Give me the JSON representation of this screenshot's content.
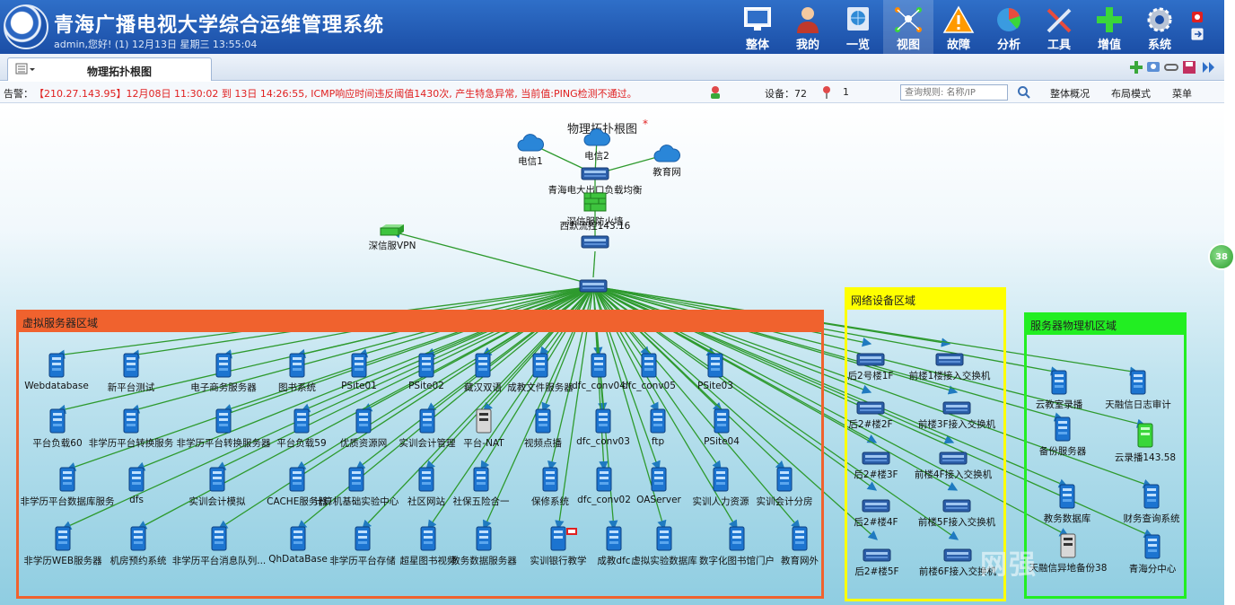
{
  "app": {
    "title": "青海广播电视大学综合运维管理系统",
    "user_line": "admin,您好! (1) 12月13日 星期三 13:55:04"
  },
  "nav": [
    {
      "label": "整体",
      "icon": "monitor-icon"
    },
    {
      "label": "我的",
      "icon": "user-icon"
    },
    {
      "label": "一览",
      "icon": "globe-screen-icon"
    },
    {
      "label": "视图",
      "icon": "topology-icon"
    },
    {
      "label": "故障",
      "icon": "warning-icon"
    },
    {
      "label": "分析",
      "icon": "pie-chart-icon"
    },
    {
      "label": "工具",
      "icon": "tools-icon"
    },
    {
      "label": "增值",
      "icon": "plus-icon"
    },
    {
      "label": "系统",
      "icon": "gear-icon"
    }
  ],
  "tab": {
    "label": "物理拓扑根图"
  },
  "alarm": {
    "label": "告警：",
    "text": "【210.27.143.95】12月08日 11:30:02 到 13日 14:26:55, ICMP响应时间违反阈值1430次, 产生特急异常, 当前值:PING检测不通过。",
    "device_count": "设备：72",
    "fault_count": "1"
  },
  "search": {
    "placeholder": "查询规则: 名称/IP"
  },
  "links": {
    "overview": "整体概况",
    "layout": "布局模式",
    "menu": "菜单"
  },
  "map": {
    "title": "物理拓扑根图",
    "star": "*",
    "side_badge": "38",
    "watermark": "网强",
    "regions": {
      "virtual": "虚拟服务器区域",
      "network": "网络设备区域",
      "server": "服务器物理机区域"
    },
    "nodes": [
      {
        "label": "电信1",
        "icon": "cloud-icon"
      },
      {
        "label": "电信2",
        "icon": "cloud-icon"
      },
      {
        "label": "教育网",
        "icon": "cloud-icon"
      },
      {
        "label": "青海电大出口负载均衡",
        "icon": "load-balancer-icon"
      },
      {
        "label": "深信服防火墙",
        "icon": "firewall-icon"
      },
      {
        "label": "深信服VPN",
        "icon": "vpn-icon"
      },
      {
        "label": "西默流控143.16",
        "icon": "flow-control-icon"
      },
      {
        "label": "",
        "icon": "core-switch-icon"
      },
      {
        "label": "Webdatabase",
        "icon": "server-icon"
      },
      {
        "label": "新平台测试",
        "icon": "server-icon"
      },
      {
        "label": "电子商务服务器",
        "icon": "server-icon"
      },
      {
        "label": "图书系统",
        "icon": "server-icon"
      },
      {
        "label": "PSite01",
        "icon": "server-icon"
      },
      {
        "label": "PSite02",
        "icon": "server-icon"
      },
      {
        "label": "藏汉双语",
        "icon": "server-icon"
      },
      {
        "label": "成教文件服务器",
        "icon": "server-icon"
      },
      {
        "label": "dfc_conv04",
        "icon": "server-icon"
      },
      {
        "label": "dfc_conv05",
        "icon": "server-icon"
      },
      {
        "label": "PSite03",
        "icon": "server-icon"
      },
      {
        "label": "平台负载60",
        "icon": "server-icon"
      },
      {
        "label": "非学历平台转换服务",
        "icon": "server-icon"
      },
      {
        "label": "非学历平台转换服务器",
        "icon": "server-icon"
      },
      {
        "label": "平台负载59",
        "icon": "server-icon"
      },
      {
        "label": "优质资源网",
        "icon": "server-icon"
      },
      {
        "label": "实训会计管理",
        "icon": "server-icon"
      },
      {
        "label": "平台-NAT",
        "icon": "server-gray-icon"
      },
      {
        "label": "视频点播",
        "icon": "server-icon"
      },
      {
        "label": "dfc_conv03",
        "icon": "server-icon"
      },
      {
        "label": "ftp",
        "icon": "server-icon"
      },
      {
        "label": "PSite04",
        "icon": "server-icon"
      },
      {
        "label": "非学历平台数据库服务",
        "icon": "server-icon"
      },
      {
        "label": "dfs",
        "icon": "server-icon"
      },
      {
        "label": "实训会计模拟",
        "icon": "server-icon"
      },
      {
        "label": "CACHE服务器",
        "icon": "server-icon"
      },
      {
        "label": "计算机基础实验中心",
        "icon": "server-icon"
      },
      {
        "label": "社区网站",
        "icon": "server-icon"
      },
      {
        "label": "社保五险合一",
        "icon": "server-icon"
      },
      {
        "label": "保修系统",
        "icon": "server-icon"
      },
      {
        "label": "dfc_conv02",
        "icon": "server-icon"
      },
      {
        "label": "OAServer",
        "icon": "server-icon"
      },
      {
        "label": "实训人力资源",
        "icon": "server-icon"
      },
      {
        "label": "实训会计分房",
        "icon": "server-icon"
      },
      {
        "label": "非学历WEB服务器",
        "icon": "server-icon"
      },
      {
        "label": "机房预约系统",
        "icon": "server-icon"
      },
      {
        "label": "非学历平台消息队列...",
        "icon": "server-icon"
      },
      {
        "label": "QhDataBase",
        "icon": "server-icon"
      },
      {
        "label": "非学历平台存储",
        "icon": "server-icon"
      },
      {
        "label": "超星图书视频",
        "icon": "server-icon"
      },
      {
        "label": "教务数据服务器",
        "icon": "server-icon"
      },
      {
        "label": "实训银行教学",
        "icon": "server-alert-icon"
      },
      {
        "label": "成教dfc",
        "icon": "server-icon"
      },
      {
        "label": "虚拟实验数据库",
        "icon": "server-icon"
      },
      {
        "label": "数字化图书馆门户",
        "icon": "server-icon"
      },
      {
        "label": "教育网外",
        "icon": "server-icon"
      },
      {
        "label": "后2号楼1F",
        "icon": "switch-icon"
      },
      {
        "label": "前楼1楼接入交换机",
        "icon": "switch-icon"
      },
      {
        "label": "后2#楼2F",
        "icon": "switch-icon"
      },
      {
        "label": "前楼3F接入交换机",
        "icon": "switch-icon"
      },
      {
        "label": "后2#楼3F",
        "icon": "switch-icon"
      },
      {
        "label": "前楼4F接入交换机",
        "icon": "switch-icon"
      },
      {
        "label": "后2#楼4F",
        "icon": "switch-icon"
      },
      {
        "label": "前楼5F接入交换机",
        "icon": "switch-icon"
      },
      {
        "label": "后2#楼5F",
        "icon": "switch-icon"
      },
      {
        "label": "前楼6F接入交换机",
        "icon": "switch-icon"
      },
      {
        "label": "云教室录播",
        "icon": "server-icon"
      },
      {
        "label": "天融信日志审计",
        "icon": "server-icon"
      },
      {
        "label": "备份服务器",
        "icon": "server-icon"
      },
      {
        "label": "云录播143.58",
        "icon": "server-green-icon"
      },
      {
        "label": "教务数据库",
        "icon": "server-icon"
      },
      {
        "label": "财务查询系统",
        "icon": "server-icon"
      },
      {
        "label": "天融信异地备份38",
        "icon": "server-gray-icon"
      },
      {
        "label": "青海分中心",
        "icon": "server-icon"
      }
    ]
  },
  "colors": {
    "header": "#1b4ea6",
    "alarm_text": "#e02020",
    "virtual": "#f0622e",
    "network": "#ffff00",
    "server": "#22ee22",
    "edge": "#2e9a2e"
  }
}
